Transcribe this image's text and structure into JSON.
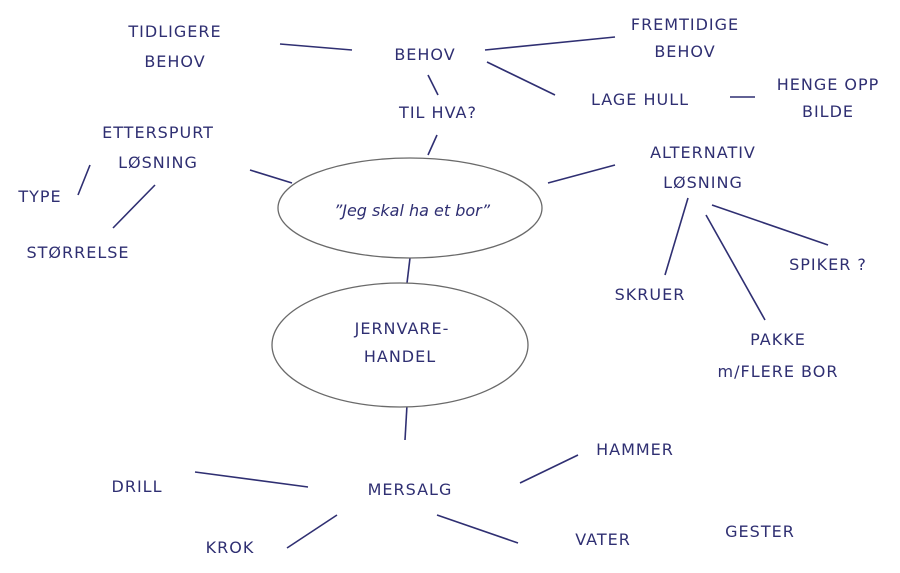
{
  "center": "”Jeg skal ha et bor”",
  "store": [
    "JERNVARE-",
    "HANDEL"
  ],
  "needs": {
    "behov": "BEHOV",
    "tidligere": [
      "TIDLIGERE",
      "BEHOV"
    ],
    "fremtidige": [
      "FREMTIDIGE",
      "BEHOV"
    ],
    "lage_hull": "LAGE HULL",
    "henge_opp": [
      "HENGE OPP",
      "BILDE"
    ],
    "til_hva": "TIL HVA?"
  },
  "requested": {
    "title": [
      "ETTERSPURT",
      "LØSNING"
    ],
    "type": "TYPE",
    "storrelse": "STØRRELSE"
  },
  "alternative": {
    "title": [
      "ALTERNATIV",
      "LØSNING"
    ],
    "spiker": "SPIKER ?",
    "skruer": "SKRUER",
    "pakke": [
      "PAKKE",
      "m/FLERE BOR"
    ]
  },
  "upsell": {
    "title": "MERSALG",
    "drill": "DRILL",
    "hammer": "HAMMER",
    "krok": "KROK",
    "vater": "VATER",
    "gester": "GESTER"
  },
  "colors": {
    "ink": "#2f2f72",
    "ellipse": "#6a6a6a"
  }
}
